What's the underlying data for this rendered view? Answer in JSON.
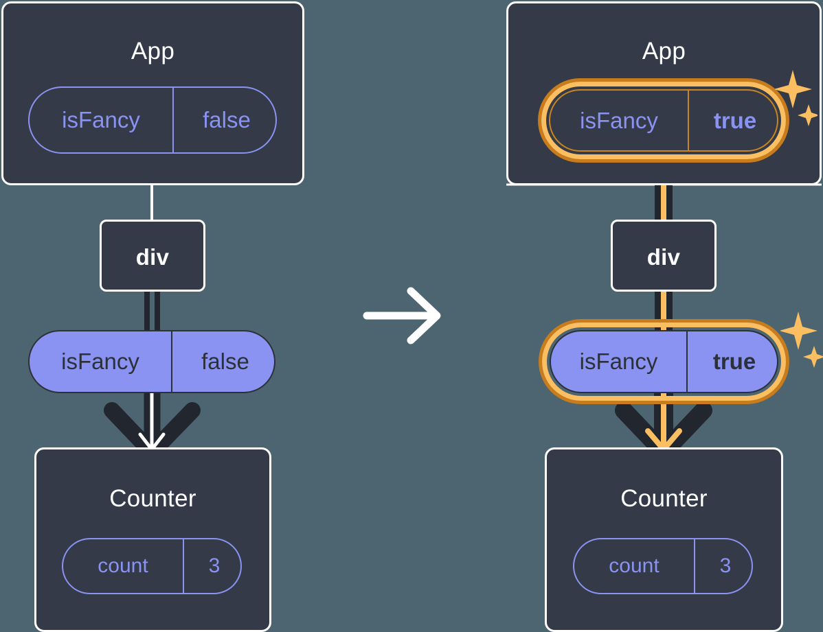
{
  "diagram": {
    "title_app": "App",
    "title_counter": "Counter",
    "node_div": "div",
    "transition_icon": "right-arrow-icon",
    "sparkle_icon": "sparkle-icon",
    "colors": {
      "background": "#4c6571",
      "box_fill": "#343a47",
      "box_border": "#ffffff",
      "prop_purple": "#8b93f2",
      "prop_text_dark": "#2b3039",
      "highlight_amber": "#fbbf62",
      "highlight_amber_dark": "#c97c1c",
      "wire_dark": "#22262f",
      "wire_light": "#ffffff"
    }
  },
  "before": {
    "app": {
      "title": "App",
      "state": {
        "key": "isFancy",
        "value": "false"
      }
    },
    "div": {
      "label": "div"
    },
    "prop": {
      "key": "isFancy",
      "value": "false"
    },
    "counter": {
      "title": "Counter",
      "state": {
        "key": "count",
        "value": "3"
      }
    }
  },
  "after": {
    "app": {
      "title": "App",
      "state": {
        "key": "isFancy",
        "value": "true"
      },
      "highlighted": "true"
    },
    "div": {
      "label": "div"
    },
    "prop": {
      "key": "isFancy",
      "value": "true",
      "highlighted": "true"
    },
    "counter": {
      "title": "Counter",
      "state": {
        "key": "count",
        "value": "3"
      }
    }
  }
}
